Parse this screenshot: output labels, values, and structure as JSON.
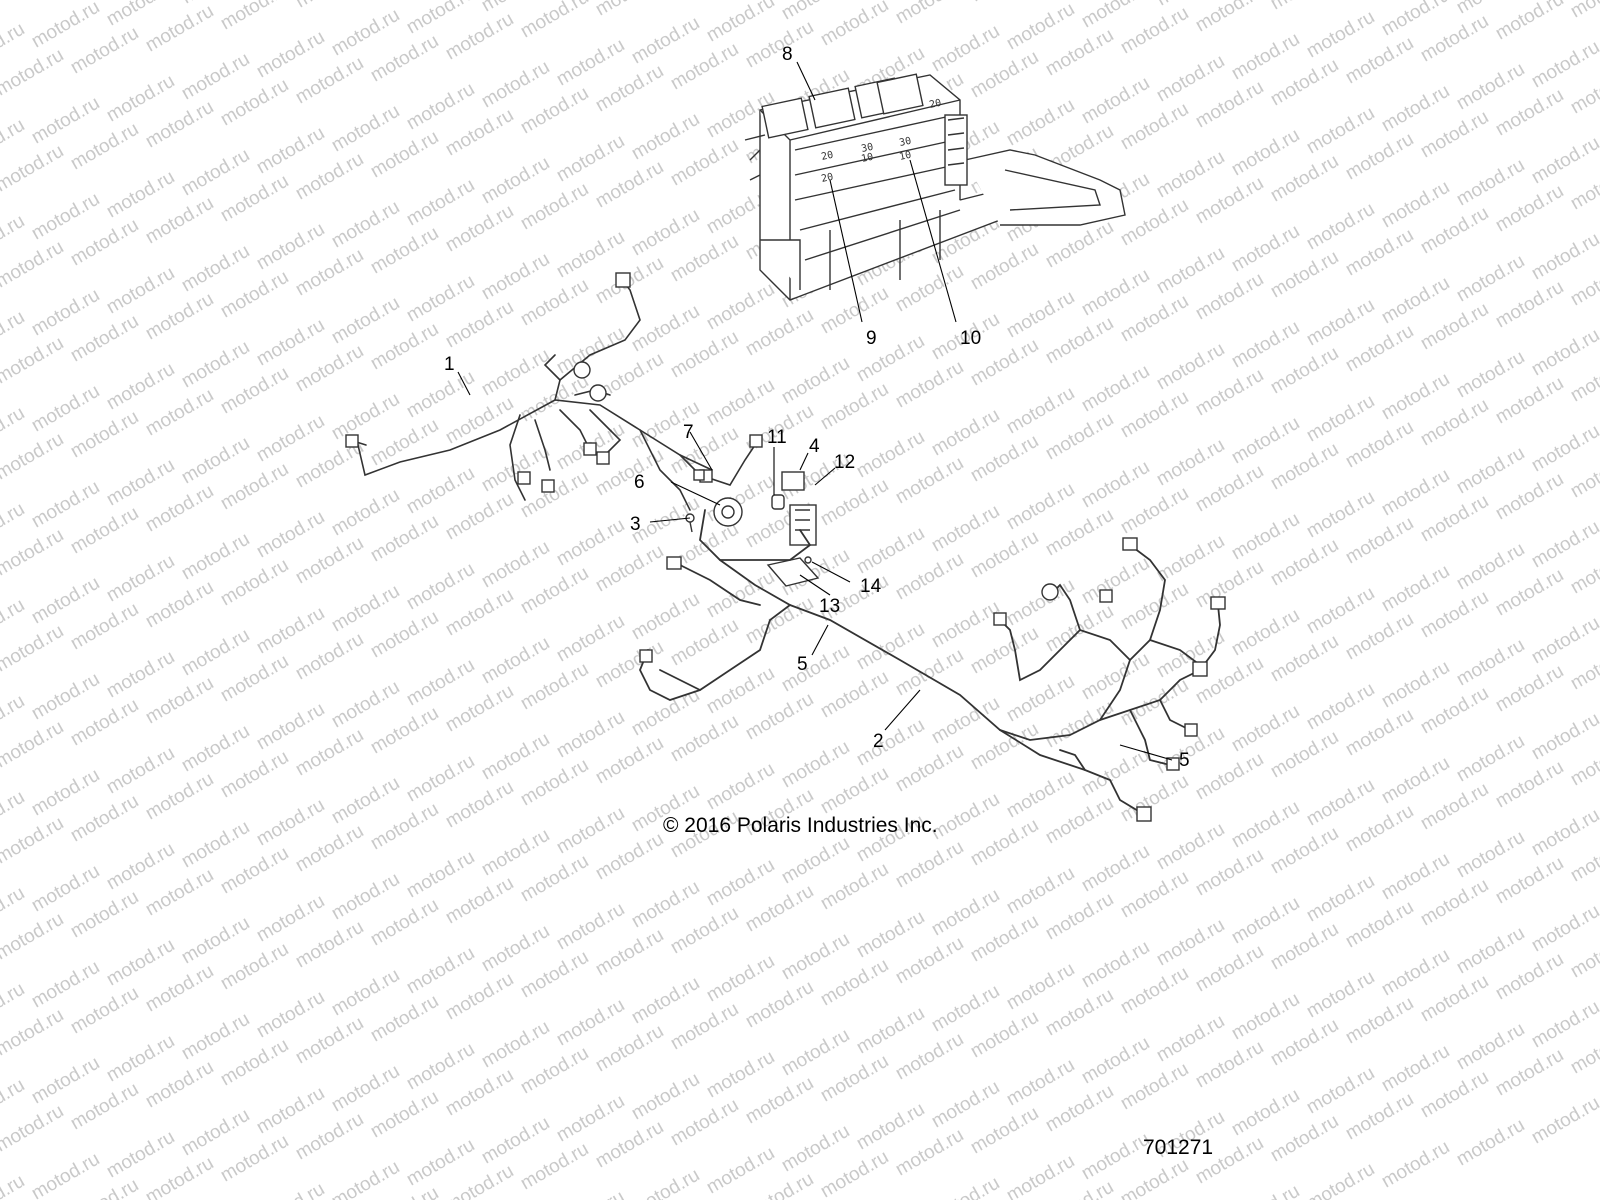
{
  "watermark": {
    "text": "motod.ru",
    "color": "#c9c9c9"
  },
  "diagram": {
    "callouts": [
      {
        "id": "c8",
        "label": "8"
      },
      {
        "id": "c9",
        "label": "9"
      },
      {
        "id": "c10",
        "label": "10"
      },
      {
        "id": "c1",
        "label": "1"
      },
      {
        "id": "c7",
        "label": "7"
      },
      {
        "id": "c11",
        "label": "11"
      },
      {
        "id": "c4",
        "label": "4"
      },
      {
        "id": "c12",
        "label": "12"
      },
      {
        "id": "c6",
        "label": "6"
      },
      {
        "id": "c3",
        "label": "3"
      },
      {
        "id": "c14",
        "label": "14"
      },
      {
        "id": "c13",
        "label": "13"
      },
      {
        "id": "c5a",
        "label": "5"
      },
      {
        "id": "c2",
        "label": "2"
      },
      {
        "id": "c5b",
        "label": "5"
      }
    ],
    "fuse_labels": [
      "20",
      "20",
      "10",
      "30",
      "10",
      "20",
      "30"
    ],
    "copyright": "© 2016 Polaris Industries Inc.",
    "drawing_number": "701271"
  }
}
